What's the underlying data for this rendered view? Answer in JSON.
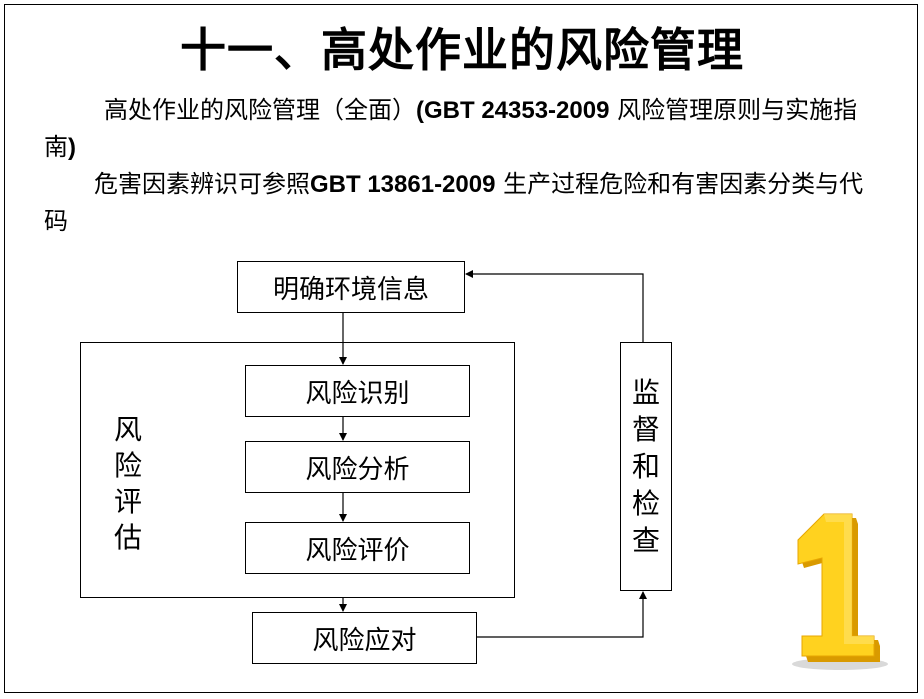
{
  "title": "十一、高处作业的风险管理",
  "para1": {
    "part1": "高处作业的风险管理（全面）",
    "part2": "(GBT 24353-2009",
    "part3": " 风险管理原则与实施指南",
    "part4": ")"
  },
  "para2": {
    "part1": "危害因素辨识可参照",
    "part2": "GBT 13861-2009",
    "part3": " 生产过程危险和有害因素分类与代码"
  },
  "flowchart": {
    "context": "明确环境信息",
    "identify": "风险识别",
    "analyze": "风险分析",
    "evaluate": "风险评价",
    "treat": "风险应对",
    "assessment_label": [
      "风",
      "险",
      "评",
      "估"
    ],
    "monitor_label": [
      "监",
      "督",
      "和",
      "检",
      "查"
    ]
  },
  "logo": {
    "digit": "1",
    "colors": {
      "face": "#FFD21F",
      "side": "#E7A600",
      "shadow": "#C58B00"
    }
  }
}
